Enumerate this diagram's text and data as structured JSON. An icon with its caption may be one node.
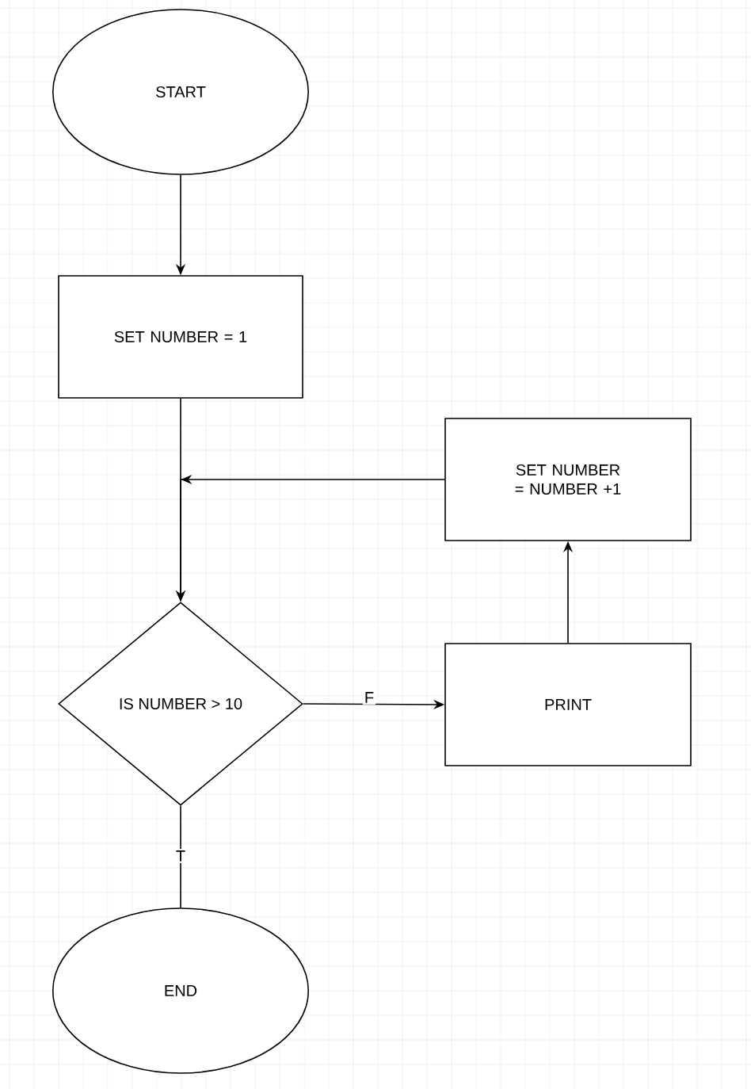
{
  "diagram": {
    "nodes": [
      {
        "text": [
          "START"
        ]
      },
      {
        "text": [
          "SET NUMBER = 1"
        ]
      },
      {
        "text": [
          "IS NUMBER > 10"
        ]
      },
      {
        "text": [
          "PRINT"
        ]
      },
      {
        "text": [
          "SET NUMBER = NUMBER  +1"
        ]
      },
      {
        "text": [
          "END"
        ]
      }
    ],
    "edges": [
      {
        "from": 0,
        "to": 1,
        "arrow": "to"
      },
      {
        "from": 1,
        "to": 2,
        "arrow": "to"
      },
      {
        "from": 2,
        "to": 3,
        "arrow": "to",
        "label": "F"
      },
      {
        "from": 3,
        "to": 4,
        "arrow": "to"
      },
      {
        "from": 4,
        "to": 2,
        "arrow": "to"
      },
      {
        "from": 2,
        "to": 5,
        "arrow": "none",
        "label": "T"
      }
    ]
  }
}
